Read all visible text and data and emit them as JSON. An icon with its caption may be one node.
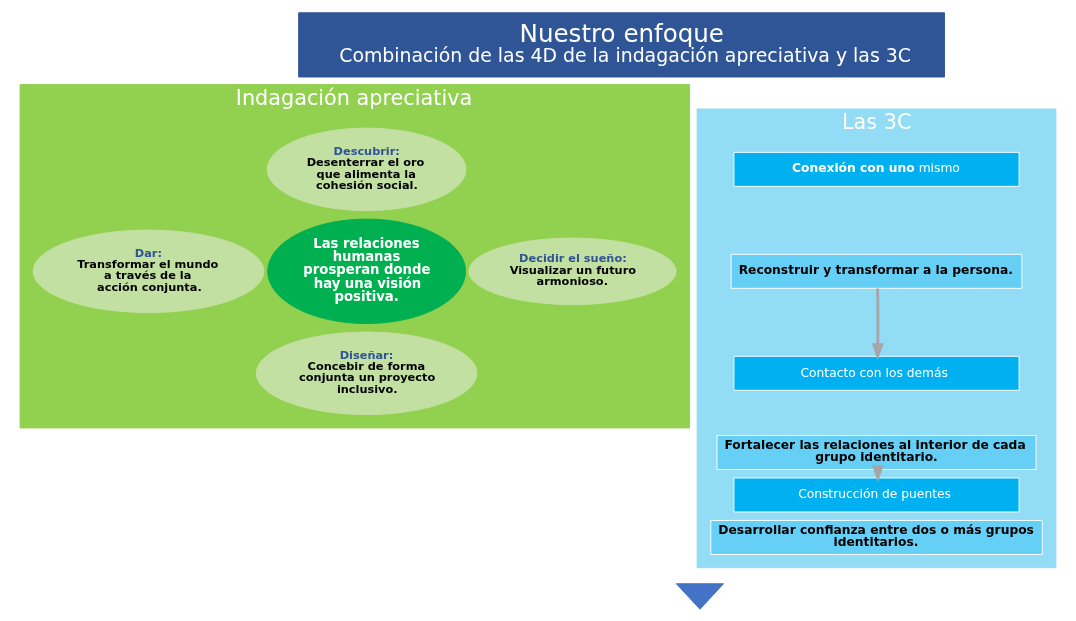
{
  "diagram": {
    "nodes": [
      {
        "text": [
          "Nuestro enfoque",
          "Combinación de las 4D de la indagación apreciativa y las 3C"
        ]
      },
      {
        "text": [
          "Indagación apreciativa"
        ]
      },
      {
        "text": [
          "Descubrir:",
          "Desenterrar el oro que alimenta la cohesión social."
        ],
        "in": 1
      },
      {
        "text": [
          "Dar:",
          "Transformar el mundo a través de la acción conjunta."
        ],
        "in": 1
      },
      {
        "text": [
          "Las relaciones humanas prosperan donde hay una visión positiva."
        ],
        "in": 1
      },
      {
        "text": [
          "Decidir el sueño:",
          "Visualizar un futuro armonioso."
        ],
        "in": 1
      },
      {
        "text": [
          "Diseñar:",
          "Concebir de forma conjunta un proyecto inclusivo."
        ],
        "in": 1
      },
      {
        "text": [
          "Las 3C"
        ]
      },
      {
        "text": [
          "**Conexión con uno** mismo"
        ],
        "in": 7
      },
      {
        "text": [
          "Reconstruir y transformar a la persona."
        ],
        "in": 7
      },
      {
        "text": [
          "Contacto con los demás"
        ],
        "in": 7
      },
      {
        "text": [
          "Fortalecer las relaciones al interior de cada grupo identitario."
        ],
        "in": 7
      },
      {
        "text": [
          "Construcción de puentes"
        ],
        "in": 7
      },
      {
        "text": [
          "Desarrollar confianza entre dos o más grupos identitarios."
        ],
        "in": 7
      },
      {
        "text": [],
        "shape": "arrow"
      }
    ],
    "edges": [
      {
        "from": 9,
        "to": 10,
        "arrow": "to"
      },
      {
        "from": 11,
        "to": 12,
        "arrow": "to"
      }
    ]
  }
}
